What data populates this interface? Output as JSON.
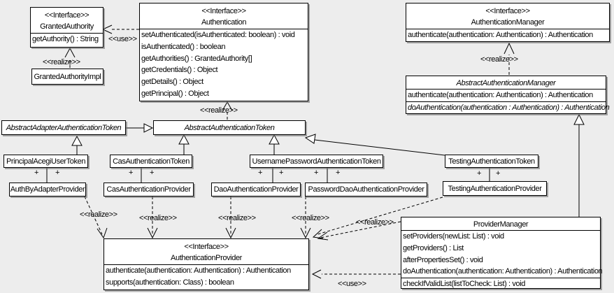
{
  "colors": {
    "background": "#ededed",
    "box_fill": "#ffffff",
    "line": "#000000"
  },
  "labels": {
    "use": "<<use>>",
    "realize": "<<realize>>",
    "plus": "+",
    "interface": "<<Interface>>"
  },
  "classes": {
    "granted_authority": {
      "stereotype": "<<Interface>>",
      "name": "GrantedAuthority",
      "methods": [
        "getAuthority() : String"
      ]
    },
    "granted_authority_impl": {
      "name": "GrantedAuthorityImpl"
    },
    "authentication": {
      "stereotype": "<<Interface>>",
      "name": "Authentication",
      "methods": [
        "setAuthenticated(isAuthenticated: boolean) : void",
        "isAuthenticated() : boolean",
        "getAuthorities() : GrantedAuthority[]",
        "getCredentials() : Object",
        "getDetails() : Object",
        "getPrincipal() : Object"
      ]
    },
    "authentication_manager": {
      "stereotype": "<<Interface>>",
      "name": "AuthenticationManager",
      "methods": [
        "authenticate(authentication: Authentication) : Authentication"
      ]
    },
    "abstract_authentication_manager": {
      "name": "AbstractAuthenticationManager",
      "methods": [
        "authenticate(authentication: Authentication) : Authentication",
        "doAuthentication(authentication : Authentication) : Authentication"
      ]
    },
    "abstract_adapter_authentication_token": {
      "name": "AbstractAdapterAuthenticationToken"
    },
    "abstract_authentication_token": {
      "name": "AbstractAuthenticationToken"
    },
    "principal_acegi_user_token": {
      "name": "PrincipalAcegiUserToken"
    },
    "cas_authentication_token": {
      "name": "CasAuthenticationToken"
    },
    "username_password_authentication_token": {
      "name": "UsernamePasswordAuthenticationToken"
    },
    "testing_authentication_token": {
      "name": "TestingAuthenticationToken"
    },
    "auth_by_adapter_provider": {
      "name": "AuthByAdapterProvider"
    },
    "cas_authentication_provider": {
      "name": "CasAuthenticationProvider"
    },
    "dao_authentication_provider": {
      "name": "DaoAuthenticationProvider"
    },
    "password_dao_authentication_provider": {
      "name": "PasswordDaoAuthenticationProvider"
    },
    "testing_authentication_provider": {
      "name": "TestingAuthenticationProvider"
    },
    "authentication_provider": {
      "stereotype": "<<Interface>>",
      "name": "AuthenticationProvider",
      "methods": [
        "authenticate(authentication: Authentication) : Authentication",
        "supports(authentication: Class) : boolean"
      ]
    },
    "provider_manager": {
      "name": "ProviderManager",
      "methods": [
        "setProviders(newList: List) : void",
        "getProviders() : List",
        "afterPropertiesSet() : void",
        "doAuthentication(authentication: Authentication) : Authentication",
        "checkIfValidList(listToCheck: List) : void"
      ]
    }
  }
}
